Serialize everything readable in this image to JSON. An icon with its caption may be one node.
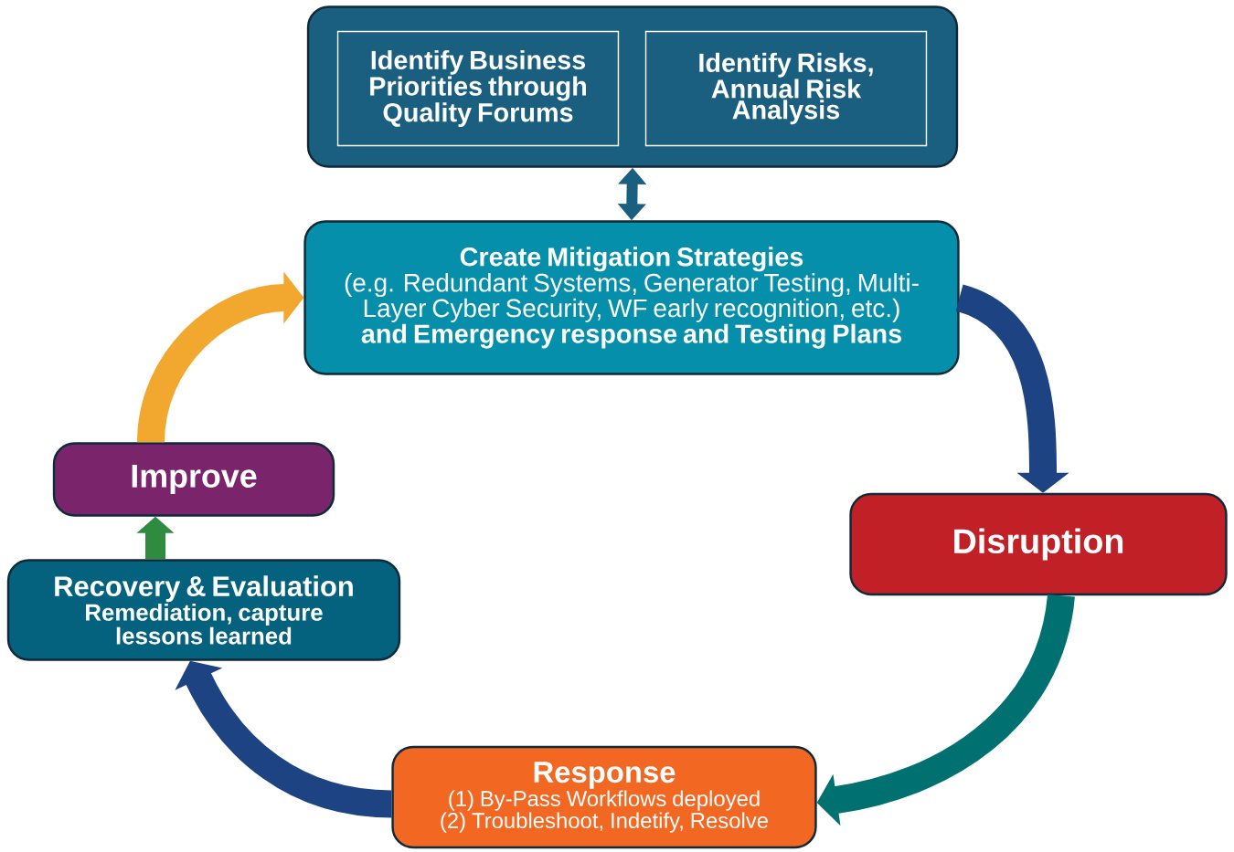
{
  "diagram": {
    "nodes": [
      {
        "text": [],
        "shape": "box"
      },
      {
        "text": [
          "Identify Business Priorities through Quality Forums"
        ],
        "in": 0
      },
      {
        "text": [
          "Identify Risks, Annual Risk Analysis"
        ],
        "in": 0
      },
      {
        "text": [
          "Create Mitigation Strategies",
          "(e.g. Redundant Systems, Generator Testing, Multi-Layer Cyber Security, WF early recognition, etc.)",
          "and Emergency response and Testing Plans"
        ]
      },
      {
        "text": [
          "Improve"
        ]
      },
      {
        "text": [
          "Disruption"
        ]
      },
      {
        "text": [
          "Recovery & Evaluation",
          "Remediation, capture lessons learned"
        ]
      },
      {
        "text": [
          "Response",
          "(1) By-Pass Workflows deployed",
          "(2) Troubleshoot, Indetify, Resolve"
        ]
      }
    ],
    "edges": [
      {
        "from": 0,
        "to": 3,
        "arrow": "both",
        "color": "#1a5f80"
      },
      {
        "from": 3,
        "to": 5,
        "arrow": "to",
        "color": "#1e4382"
      },
      {
        "from": 5,
        "to": 7,
        "arrow": "to",
        "color": "#007070"
      },
      {
        "from": 7,
        "to": 6,
        "arrow": "to",
        "color": "#1e4382"
      },
      {
        "from": 6,
        "to": 4,
        "arrow": "to",
        "color": "#2e8b40"
      },
      {
        "from": 4,
        "to": 3,
        "arrow": "to",
        "color": "#f2a72e"
      }
    ]
  }
}
